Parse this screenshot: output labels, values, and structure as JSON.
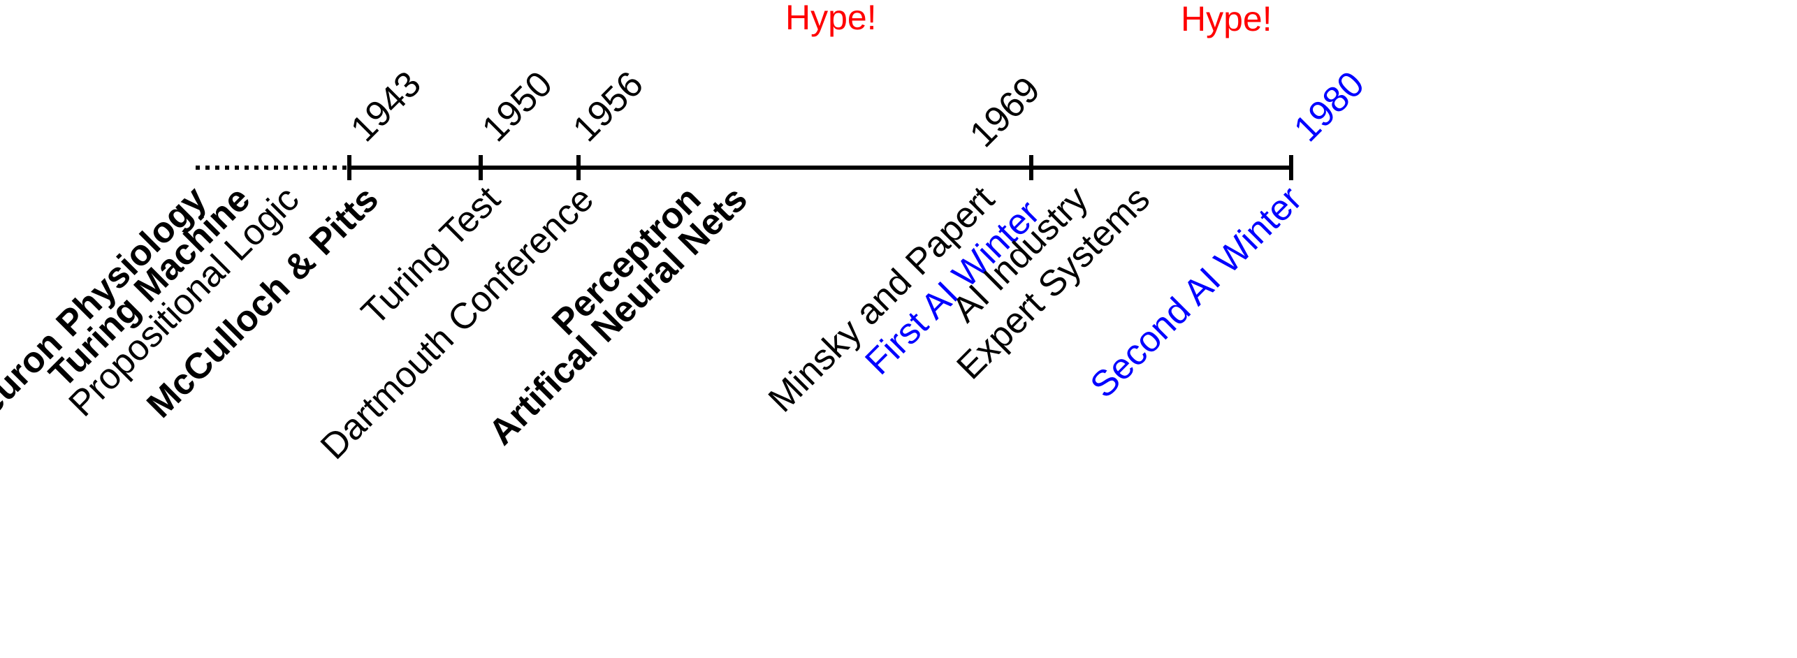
{
  "colors": {
    "axis": "#000000",
    "text": "#000000",
    "winter": "#0000ff",
    "hype": "#ff0000"
  },
  "hype": [
    "Hype!",
    "Hype!"
  ],
  "years": [
    "1943",
    "1950",
    "1956",
    "1969",
    "1980"
  ],
  "events": {
    "pre_1943": [
      "Neuron Physiology",
      "Turing Machine",
      "Propositional Logic",
      "McCulloch & Pitts"
    ],
    "y1950": "Turing Test",
    "y1956": "Dartmouth Conference",
    "after_1956": [
      "Perceptron",
      "Artifical Neural Nets"
    ],
    "pre_1969": [
      "Minsky and Papert",
      "First AI Winter"
    ],
    "after_1969": [
      "AI Industry",
      "Expert Systems"
    ],
    "pre_1980": "Second AI Winter"
  }
}
